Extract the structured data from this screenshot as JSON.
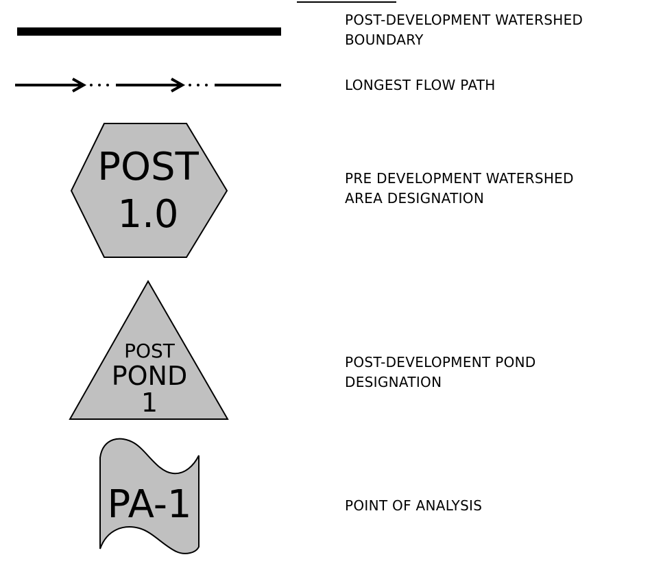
{
  "legend": {
    "items": [
      {
        "symbol": "thick-line",
        "label": "POST-DEVELOPMENT WATERSHED\nBOUNDARY"
      },
      {
        "symbol": "flow-arrow-line",
        "label": "LONGEST FLOW PATH"
      },
      {
        "symbol": "hexagon",
        "symbol_text": [
          "POST",
          "1.0"
        ],
        "label": "PRE DEVELOPMENT WATERSHED\nAREA DESIGNATION"
      },
      {
        "symbol": "triangle",
        "symbol_text": [
          "POST",
          "POND",
          "1"
        ],
        "label": "POST-DEVELOPMENT POND\nDESIGNATION"
      },
      {
        "symbol": "wavy-flag",
        "symbol_text": [
          "PA-1"
        ],
        "label": "POINT OF ANALYSIS"
      }
    ]
  },
  "colors": {
    "symbol_fill": "#c0c0c0",
    "line": "#000000"
  }
}
